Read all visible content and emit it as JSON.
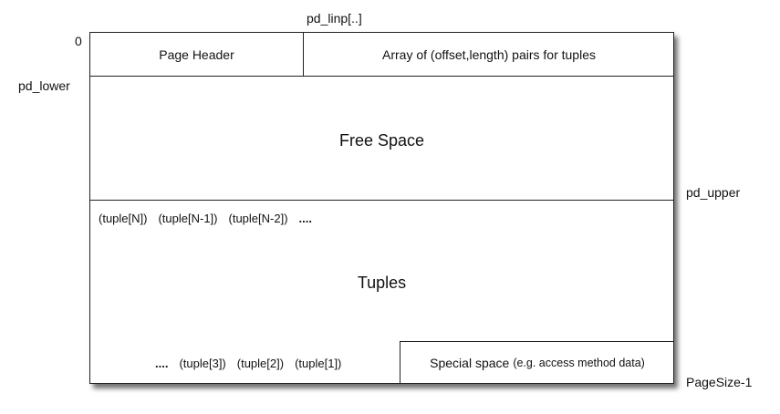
{
  "labels": {
    "linp": "pd_linp[..]",
    "zero": "0",
    "lower": "pd_lower",
    "upper": "pd_upper",
    "pagesize": "PageSize-1"
  },
  "regions": {
    "page_header": "Page Header",
    "linp_array": "Array of (offset,length) pairs for tuples",
    "free_space": "Free Space",
    "tuples": "Tuples",
    "special_main": "Special space",
    "special_detail": "(e.g. access method data)"
  },
  "top_tuples": [
    "(tuple[N])",
    "(tuple[N-1])",
    "(tuple[N-2])",
    "...."
  ],
  "bottom_tuples": [
    "....",
    "(tuple[3])",
    "(tuple[2])",
    "(tuple[1])"
  ]
}
